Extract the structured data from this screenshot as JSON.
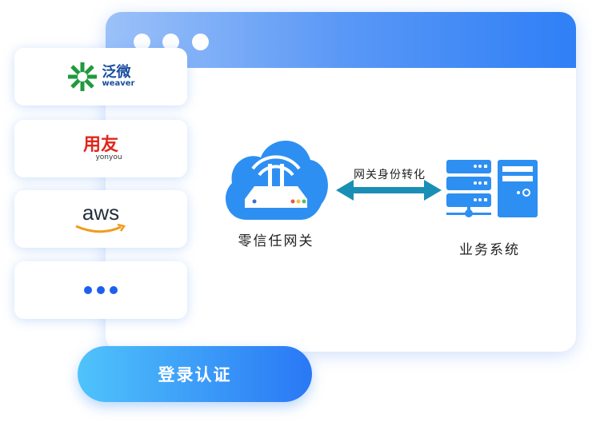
{
  "partners": [
    {
      "name": "泛微",
      "sub": "weaver"
    },
    {
      "name": "用友",
      "sub": "yonyou"
    },
    {
      "name": "aws"
    },
    {
      "name": "more"
    }
  ],
  "gateway_label": "零信任网关",
  "arrow_label": "网关身份转化",
  "system_label": "业务系统",
  "login_button": "登录认证",
  "colors": {
    "accent": "#2f7ff6",
    "arrow": "#1a8fb5",
    "weaver_green": "#1f9a3e",
    "yonyou_red": "#e0261b",
    "aws_orange": "#f29b1d"
  }
}
